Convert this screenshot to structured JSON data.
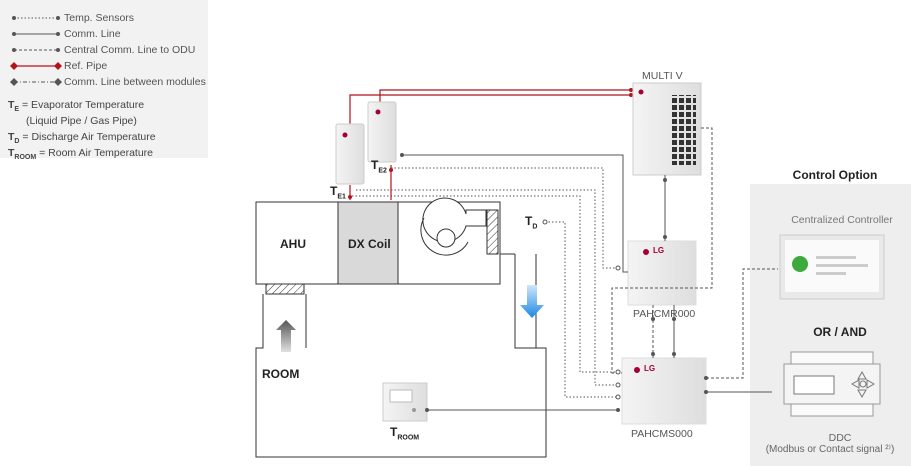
{
  "legend": {
    "items": [
      {
        "label": "Temp. Sensors",
        "style": "dotted",
        "color": "#555555",
        "end": "dot"
      },
      {
        "label": "Comm. Line",
        "style": "solid",
        "color": "#555555",
        "end": "dot"
      },
      {
        "label": "Central Comm. Line to ODU",
        "style": "dashed",
        "color": "#555555",
        "end": "dot"
      },
      {
        "label": "Ref. Pipe",
        "style": "solid",
        "color": "#b5121b",
        "end": "diamond"
      },
      {
        "label": "Comm. Line between modules",
        "style": "dashdot",
        "color": "#555555",
        "end": "diamond"
      }
    ],
    "definitions": [
      {
        "symbol": "T",
        "sub": "E",
        "text": " = Evaporator Temperature"
      },
      {
        "symbol": "",
        "sub": "",
        "text": "(Liquid Pipe / Gas Pipe)"
      },
      {
        "symbol": "T",
        "sub": "D",
        "text": " = Discharge Air Temperature"
      },
      {
        "symbol": "T",
        "sub": "ROOM",
        "text": " = Room Air Temperature"
      }
    ]
  },
  "labels": {
    "multiv": "MULTI V",
    "ahu": "AHU",
    "dxcoil": "DX Coil",
    "room": "ROOM",
    "te1_main": "T",
    "te1_sub": "E1",
    "te2_main": "T",
    "te2_sub": "E2",
    "td_main": "T",
    "td_sub": "D",
    "troom_main": "T",
    "troom_sub": "ROOM",
    "pahcmr": "PAHCMR000",
    "pahcms": "PAHCMS000",
    "lg": "LG"
  },
  "control": {
    "title": "Control Option",
    "central": "Centralized Controller",
    "or_and": "OR / AND",
    "ddc": "DDC",
    "ddc_note": "(Modbus or Contact signal ²⁾)"
  },
  "colors": {
    "ref_pipe": "#b5121b",
    "line": "#555555",
    "airflow_blue": "#1e88e5",
    "airflow_gray": "#555555",
    "lg_red": "#a50034",
    "panel_bg": "#eeeeee"
  }
}
